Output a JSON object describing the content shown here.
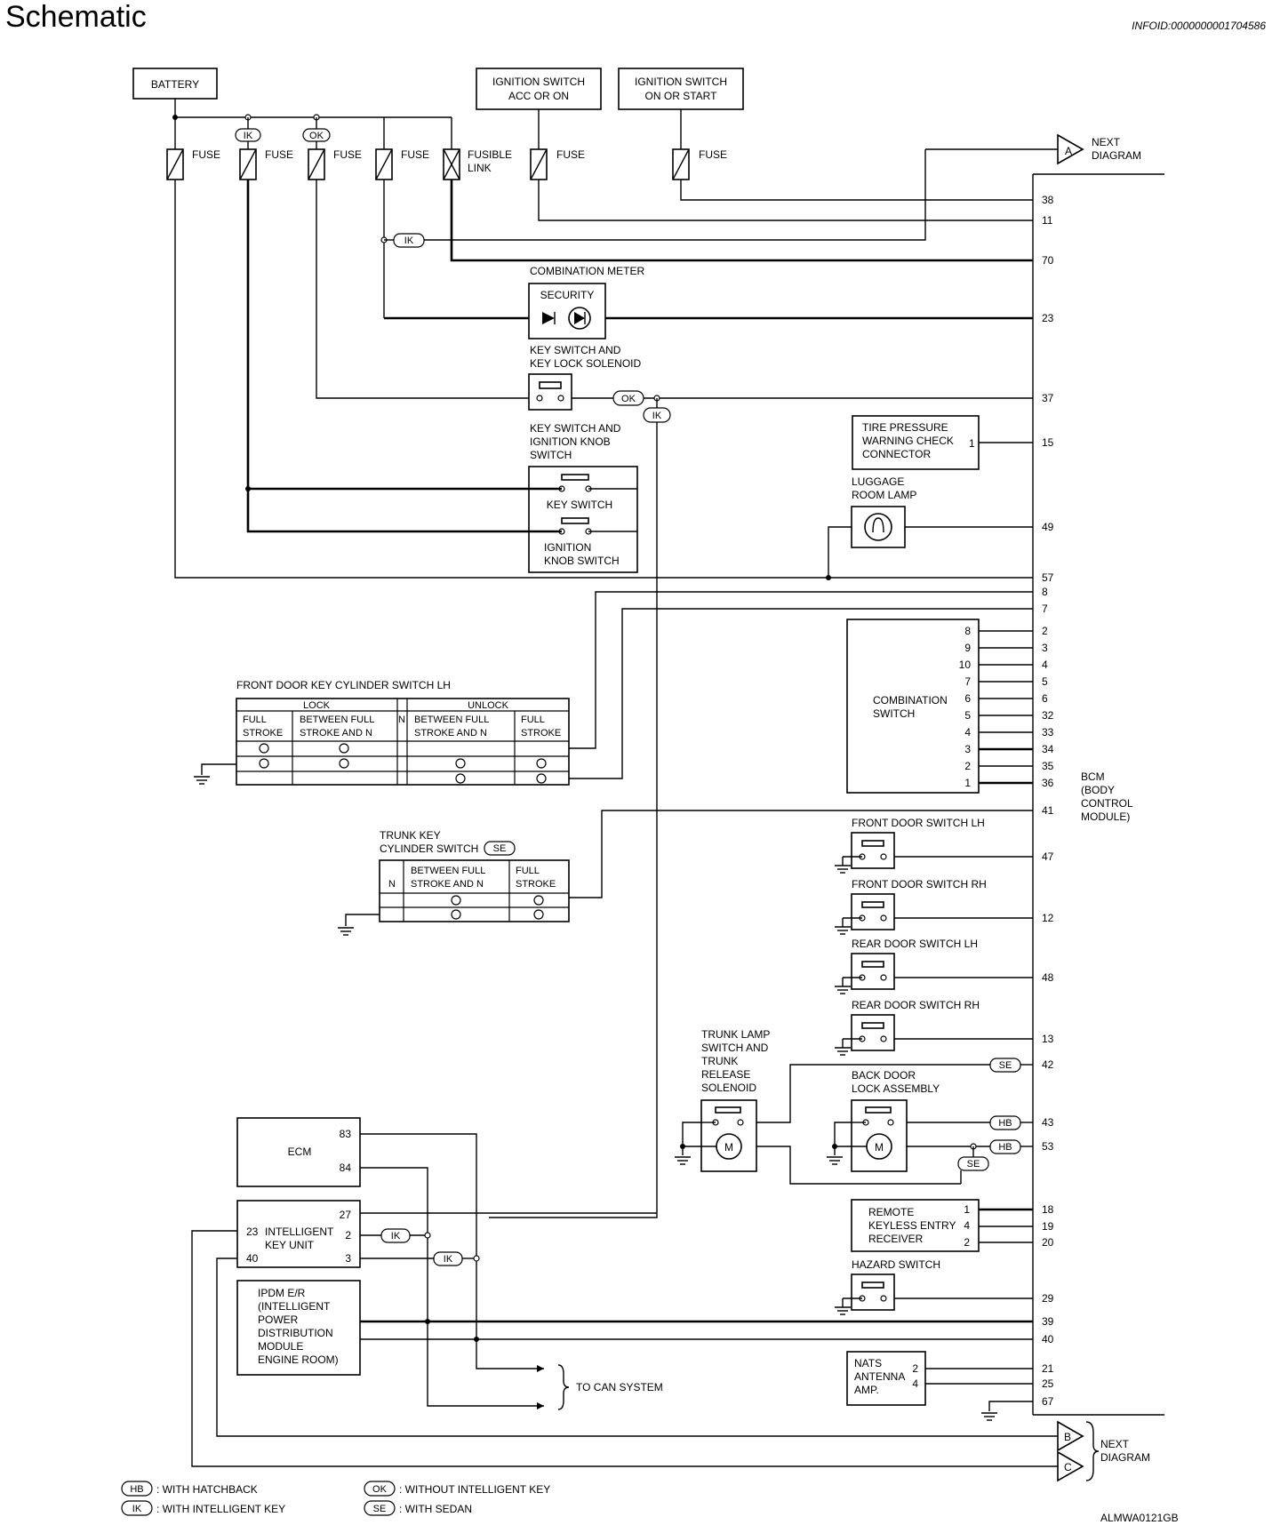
{
  "header": {
    "title": "Schematic",
    "infoid": "INFOID:0000000001704586"
  },
  "figure_id": "ALMWA0121GB",
  "sources": {
    "battery": "BATTERY",
    "ign_acc": [
      "IGNITION SWITCH",
      "ACC OR ON"
    ],
    "ign_start": [
      "IGNITION SWITCH",
      "ON OR START"
    ]
  },
  "fuse": {
    "label": "FUSE",
    "fusible_link": [
      "FUSIBLE",
      "LINK"
    ]
  },
  "tags": {
    "ik": "IK",
    "ok": "OK",
    "se": "SE",
    "hb": "HB"
  },
  "offpage": {
    "a": "A",
    "b": "B",
    "c": "C",
    "next_diagram": [
      "NEXT",
      "DIAGRAM"
    ]
  },
  "components": {
    "combination_meter": "COMBINATION METER",
    "security": "SECURITY",
    "key_lock_solenoid": [
      "KEY SWITCH AND",
      "KEY LOCK SOLENOID"
    ],
    "ignition_knob": [
      "KEY SWITCH AND",
      "IGNITION KNOB",
      "SWITCH"
    ],
    "key_switch": "KEY SWITCH",
    "ignition_knob_switch": [
      "IGNITION",
      "KNOB SWITCH"
    ],
    "tire_pressure": [
      "TIRE PRESSURE",
      "WARNING CHECK",
      "CONNECTOR"
    ],
    "luggage_lamp": [
      "LUGGAGE",
      "ROOM LAMP"
    ],
    "front_door_key": "FRONT DOOR KEY CYLINDER SWITCH LH",
    "lock": "LOCK",
    "unlock": "UNLOCK",
    "full_stroke": [
      "FULL",
      "STROKE"
    ],
    "between_full": [
      "BETWEEN FULL",
      "STROKE AND N"
    ],
    "n": "N",
    "trunk_key": [
      "TRUNK KEY",
      "CYLINDER SWITCH"
    ],
    "combination_switch": [
      "COMBINATION",
      "SWITCH"
    ],
    "bcm": [
      "BCM",
      "(BODY",
      "CONTROL",
      "MODULE)"
    ],
    "front_door_lh": "FRONT DOOR SWITCH LH",
    "front_door_rh": "FRONT DOOR SWITCH RH",
    "rear_door_lh": "REAR DOOR SWITCH LH",
    "rear_door_rh": "REAR DOOR SWITCH RH",
    "trunk_lamp": [
      "TRUNK LAMP",
      "SWITCH AND",
      "TRUNK",
      "RELEASE",
      "SOLENOID"
    ],
    "back_door": [
      "BACK DOOR",
      "LOCK ASSEMBLY"
    ],
    "motor": "M",
    "ecm": "ECM",
    "intelligent_key": [
      "INTELLIGENT",
      "KEY UNIT"
    ],
    "ipdm": [
      "IPDM E/R",
      "(INTELLIGENT",
      "POWER",
      "DISTRIBUTION",
      "MODULE",
      "ENGINE ROOM)"
    ],
    "to_can": "TO CAN SYSTEM",
    "rke": [
      "REMOTE",
      "KEYLESS ENTRY",
      "RECEIVER"
    ],
    "hazard": "HAZARD SWITCH",
    "nats": [
      "NATS",
      "ANTENNA",
      "AMP."
    ]
  },
  "bcm_pins": {
    "p38": "38",
    "p11": "11",
    "p70": "70",
    "p23": "23",
    "p37": "37",
    "p15": "15",
    "p49": "49",
    "p57": "57",
    "p8": "8",
    "p7": "7",
    "cs": [
      "2",
      "3",
      "4",
      "5",
      "6",
      "32",
      "33",
      "34",
      "35",
      "36"
    ],
    "p41": "41",
    "p47": "47",
    "p12": "12",
    "p48": "48",
    "p13": "13",
    "p42": "42",
    "p43": "43",
    "p53": "53",
    "p18": "18",
    "p19": "19",
    "p20": "20",
    "p29": "29",
    "p39": "39",
    "p40": "40",
    "p21": "21",
    "p25": "25",
    "p67": "67"
  },
  "comp_pins": {
    "tire": "1",
    "cs": [
      "8",
      "9",
      "10",
      "7",
      "6",
      "5",
      "4",
      "3",
      "2",
      "1"
    ],
    "ecm": [
      "83",
      "84"
    ],
    "iku": [
      "27",
      "2",
      "3",
      "23",
      "40"
    ],
    "rke": [
      "1",
      "4",
      "2"
    ],
    "nats": [
      "2",
      "4"
    ]
  },
  "legend": {
    "hb": ": WITH HATCHBACK",
    "ik": ": WITH INTELLIGENT KEY",
    "ok": ": WITHOUT INTELLIGENT KEY",
    "se": ": WITH SEDAN"
  }
}
